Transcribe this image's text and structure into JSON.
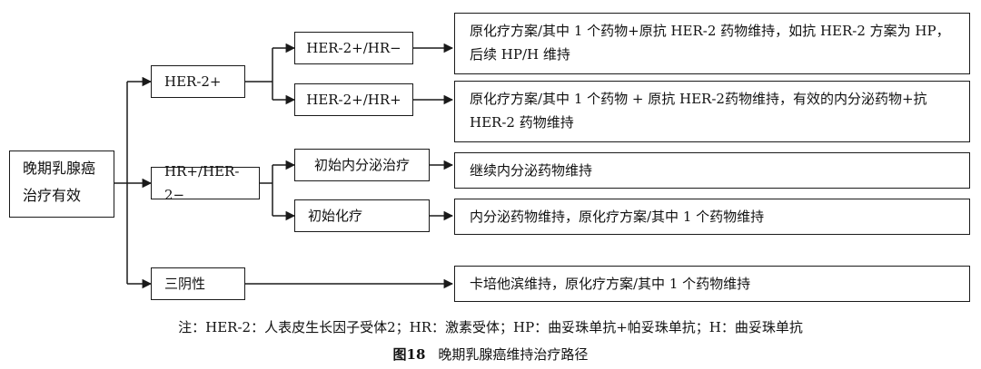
{
  "root": {
    "line1": "晚期乳腺癌",
    "line2": "治疗有效"
  },
  "subtypes": {
    "her2": "HER-2+",
    "hr": "HR+/HER-2−",
    "tnbc": "三阴性"
  },
  "subgroups": {
    "her2_hr_neg": "HER-2+/HR−",
    "her2_hr_pos": "HER-2+/HR+",
    "initial_endocrine": "初始内分泌治疗",
    "initial_chemo": "初始化疗"
  },
  "outcomes": {
    "o1": {
      "line1": "原化疗方案/其中 1 个药物+原抗 HER-2 药物维持，如抗 HER-2 方案为 HP，",
      "line2": "后续 HP/H 维持"
    },
    "o2": {
      "line1": "原化疗方案/其中 1 个药物 + 原抗 HER-2药物维持，有效的内分泌药物+抗",
      "line2": "HER-2 药物维持"
    },
    "o3": "继续内分泌药物维持",
    "o4": "内分泌药物维持，原化疗方案/其中 1 个药物维持",
    "o5": "卡培他滨维持，原化疗方案/其中 1 个药物维持"
  },
  "note": "注：HER-2：人表皮生长因子受体2；HR：激素受体；HP：曲妥珠单抗+帕妥珠单抗；H：曲妥珠单抗",
  "caption": {
    "number": "图18",
    "title": "晚期乳腺癌维持治疗路径"
  }
}
